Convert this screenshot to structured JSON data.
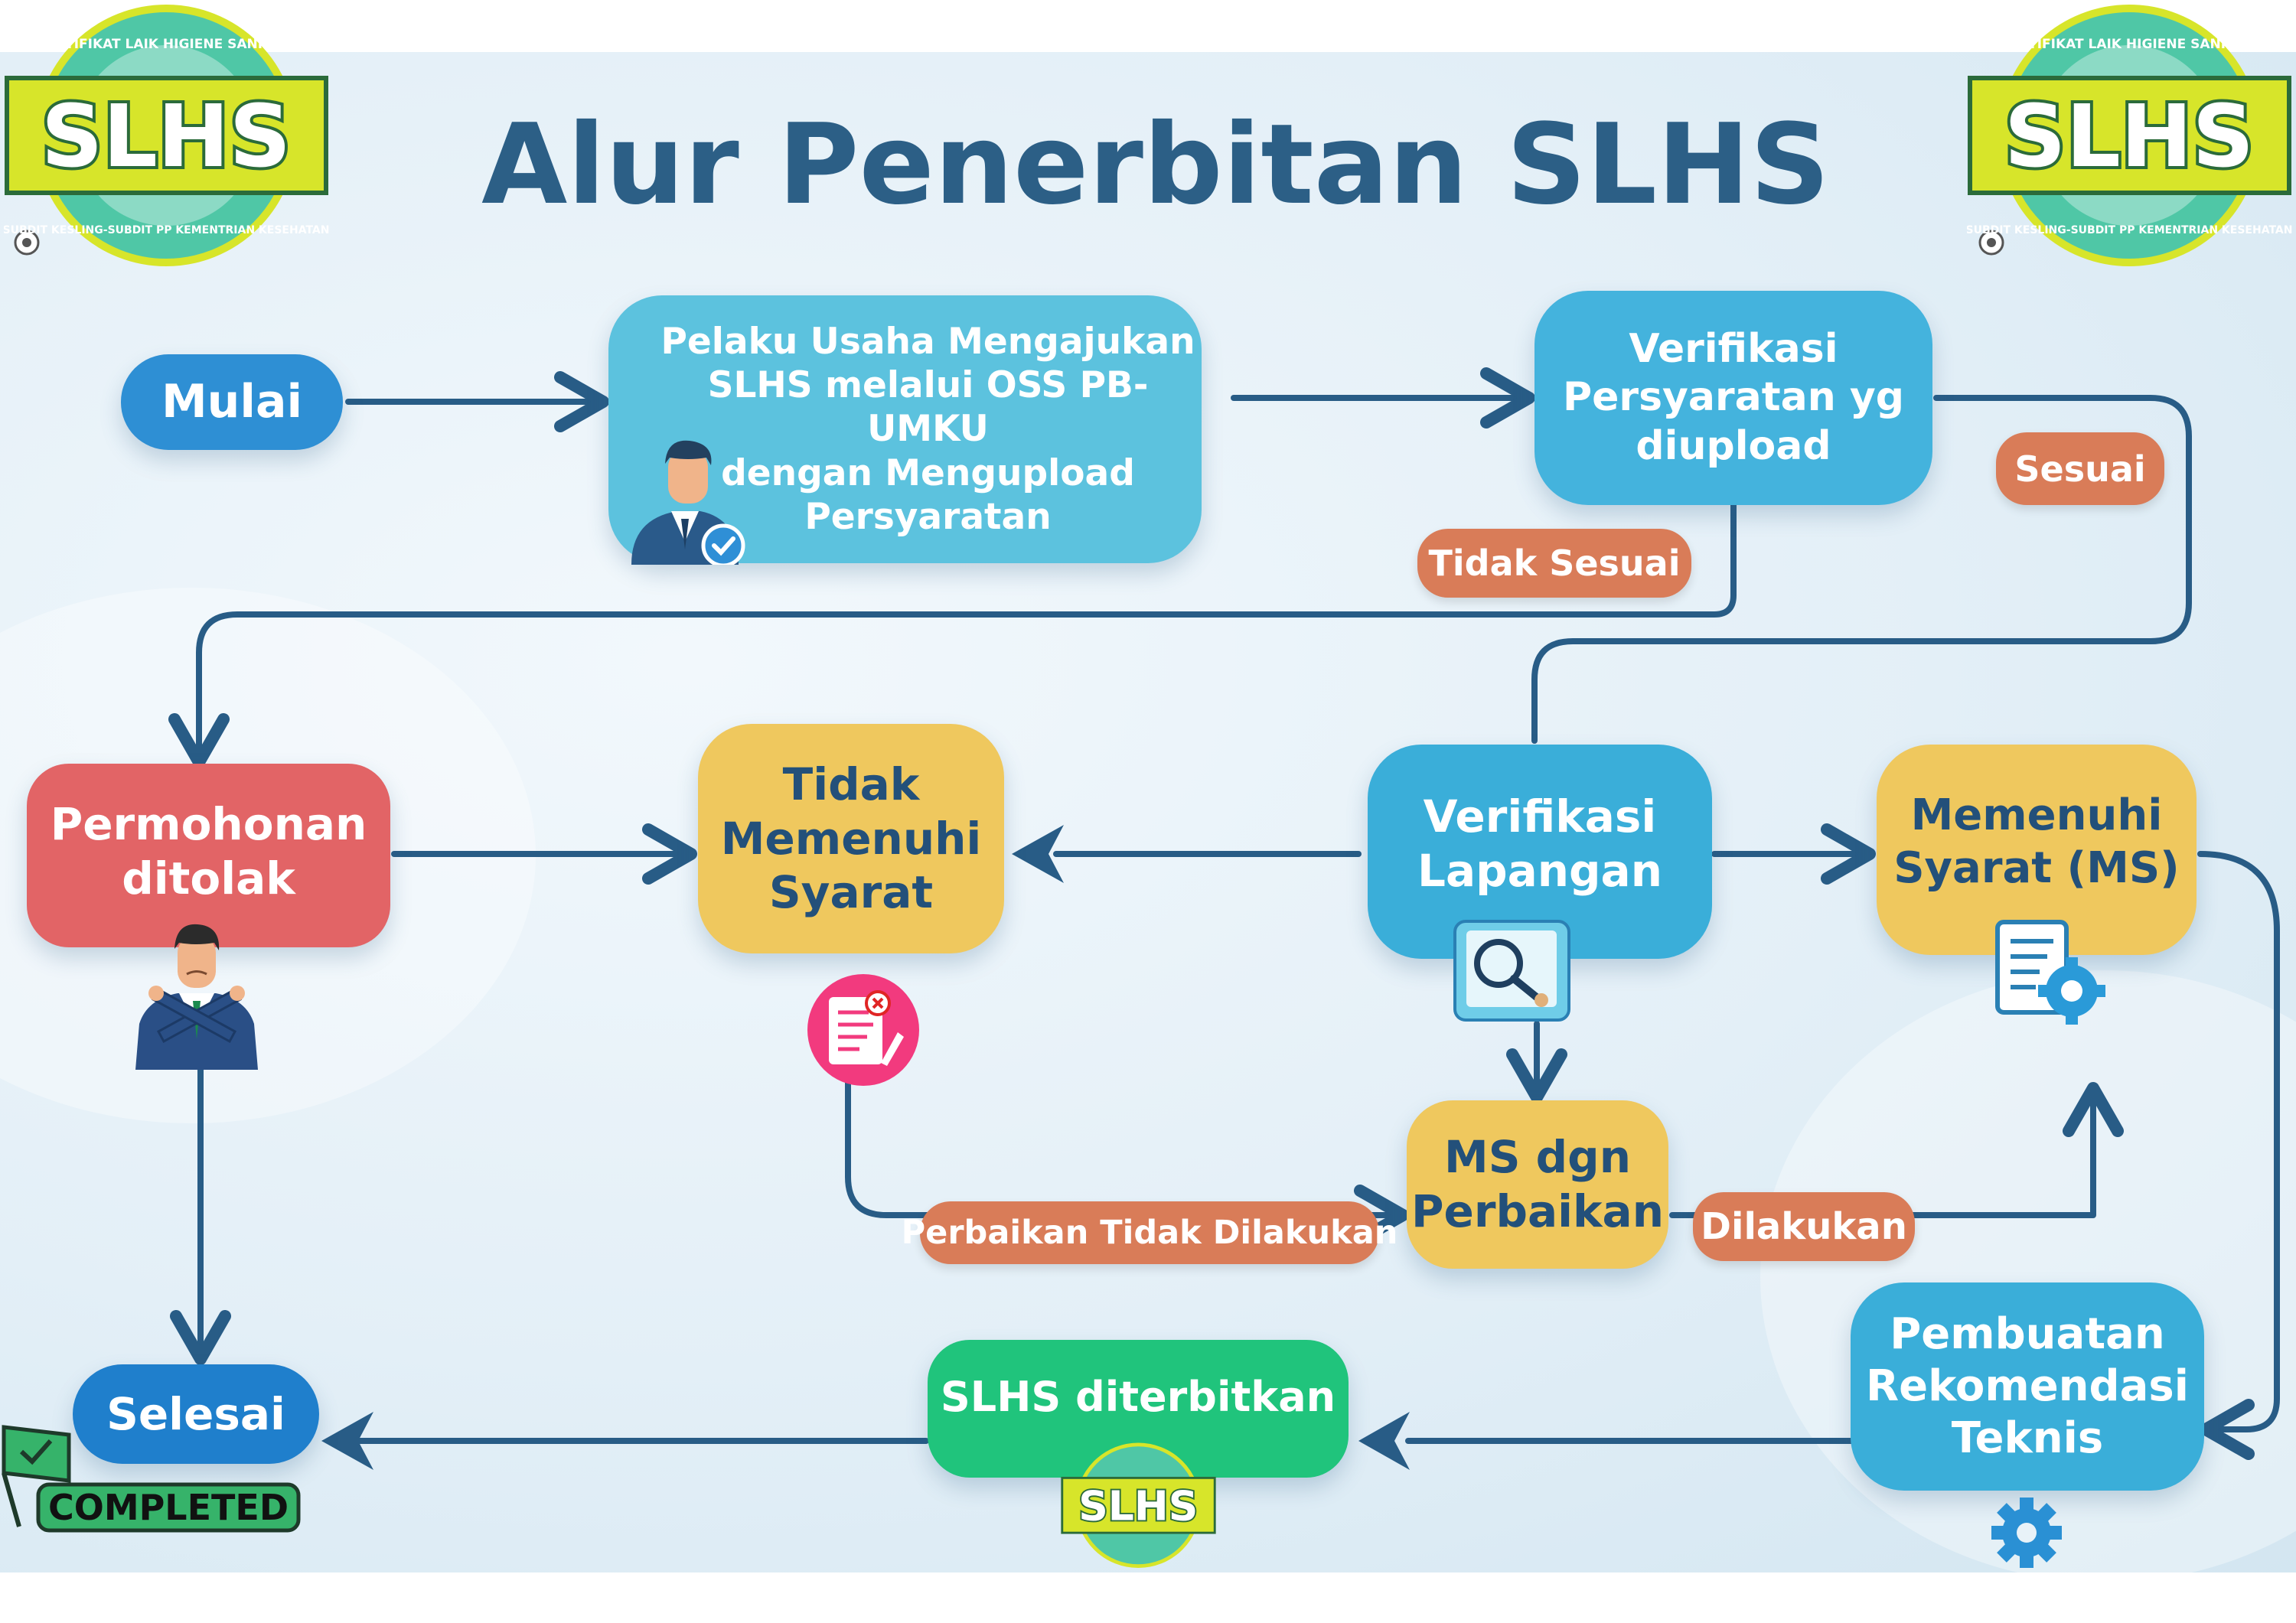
{
  "title": "Alur Penerbitan SLHS",
  "logo": {
    "main": "SLHS",
    "top": "SERTIFIKAT LAIK HIGIENE SANITASI",
    "bottom": "SUBDIT KESLING-SUBDIT PP KEMENTRIAN KESEHATAN"
  },
  "nodes": {
    "mulai": "Mulai",
    "pengajuan": "Pelaku Usaha Mengajukan\nSLHS melalui OSS PB-UMKU\ndengan Mengupload\nPersyaratan",
    "verifikasi_persyaratan": "Verifikasi\nPersyaratan yg\ndiupload",
    "permohonan_ditolak": "Permohonan\nditolak",
    "tidak_memenuhi": "Tidak\nMemenuhi\nSyarat",
    "verifikasi_lapangan": "Verifikasi\nLapangan",
    "memenuhi_syarat": "Memenuhi\nSyarat (MS)",
    "ms_perbaikan": "MS dgn\nPerbaikan",
    "pembuatan_rekomendasi": "Pembuatan\nRekomendasi\nTeknis",
    "slhs_diterbitkan": "SLHS diterbitkan",
    "selesai": "Selesai"
  },
  "labels": {
    "sesuai": "Sesuai",
    "tidak_sesuai": "Tidak Sesuai",
    "perbaikan_tidak": "Perbaikan Tidak Dilakukan",
    "dilakukan": "Dilakukan"
  },
  "stamp": "COMPLETED",
  "colors": {
    "arrow": "#285c86",
    "blue_node": "#2e8fd4",
    "cyan_node": "#44b3dd",
    "yellow_node": "#efc85e",
    "red_node": "#e26466",
    "green_node": "#20c47c",
    "label_pill": "#d97c58",
    "title": "#2c5f86",
    "logo_yellow": "#d7e52a",
    "logo_teal": "#4fc7a6"
  }
}
